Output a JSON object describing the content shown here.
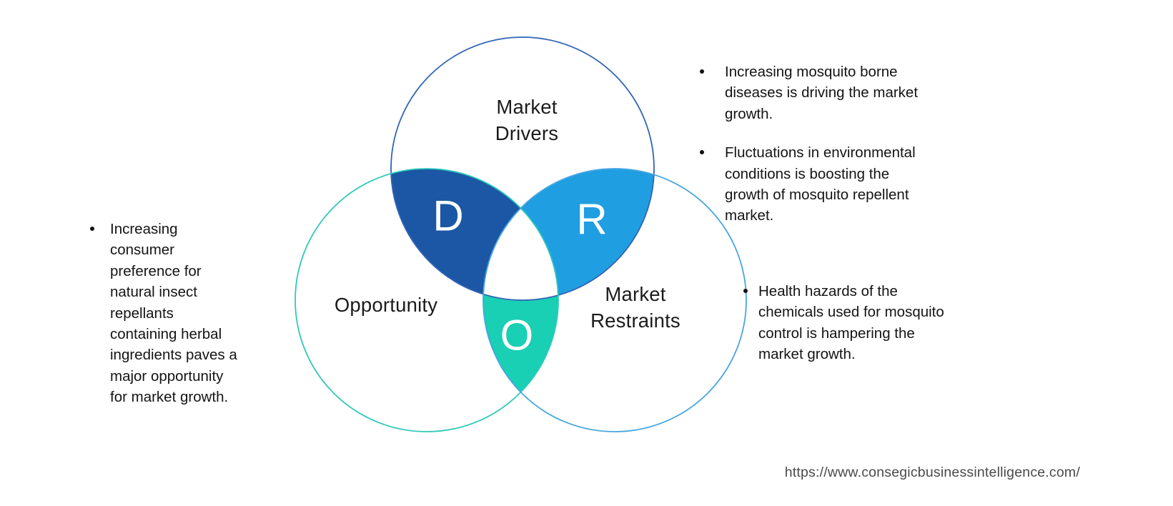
{
  "page": {
    "background": "#ffffff"
  },
  "diagram": {
    "type": "venn",
    "circles": {
      "drivers": {
        "label": "Market Drivers",
        "label_lines": [
          "Market",
          "Drivers"
        ],
        "letter": "D",
        "stroke_color": "#3264B6",
        "lens_color": "#1B57A5"
      },
      "restraints": {
        "label": "Market Restraints",
        "label_lines": [
          "Market",
          "Restraints"
        ],
        "letter": "R",
        "stroke_color": "#47A6E0",
        "lens_color": "#209EE2"
      },
      "opportunity": {
        "label": "Opportunity",
        "letter": "O",
        "stroke_color": "#2FC9BA",
        "lens_color": "#19CFB4"
      }
    },
    "letter_color": "#ffffff",
    "overlap_center_color": "#ffffff"
  },
  "annotations": {
    "drivers": {
      "bullets": [
        {
          "lines": [
            "Increasing mosquito borne",
            "diseases is driving the market",
            "growth."
          ]
        },
        {
          "lines": [
            "Fluctuations in environmental",
            "conditions is boosting the",
            "growth of mosquito repellent",
            "market."
          ]
        }
      ]
    },
    "opportunity": {
      "bullets": [
        {
          "lines": [
            "Increasing",
            "consumer",
            "preference for",
            "natural insect",
            "repellants",
            "containing herbal",
            "ingredients paves a",
            "major opportunity",
            "for market growth."
          ]
        }
      ]
    },
    "restraints": {
      "bullets": [
        {
          "lines": [
            "Health hazards of the",
            "chemicals used for mosquito",
            "control is hampering the",
            "market growth."
          ]
        }
      ]
    }
  },
  "footer": {
    "source_url": "https://www.consegicbusinessintelligence.com/"
  }
}
